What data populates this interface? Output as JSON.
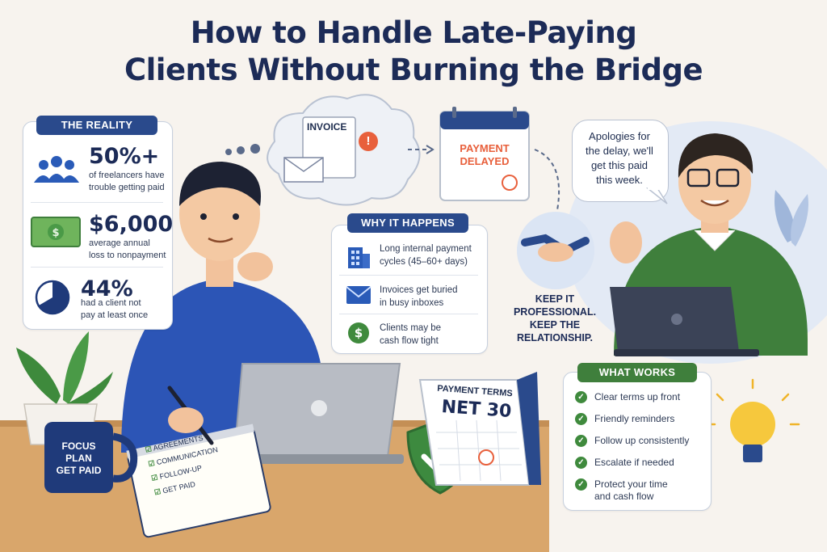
{
  "title": {
    "line1": "How to Handle Late-Paying",
    "line2": "Clients Without Burning the Bridge"
  },
  "reality": {
    "header": "THE REALITY",
    "stats": [
      {
        "value": "50%+",
        "line1": "of freelancers have",
        "line2": "trouble getting paid",
        "icon": "people-icon"
      },
      {
        "value": "$6,000",
        "line1": "average annual",
        "line2": "loss to nonpayment",
        "icon": "money-icon"
      },
      {
        "value": "44%",
        "line1": "had a client not",
        "line2": "pay at least once",
        "icon": "pie-chart-icon"
      }
    ]
  },
  "cloud": {
    "invoice_label": "INVOICE",
    "alert": "!"
  },
  "calendar_top": {
    "line1": "PAYMENT",
    "line2": "DELAYED"
  },
  "why": {
    "header": "WHY IT HAPPENS",
    "items": [
      {
        "line1": "Long internal payment",
        "line2": "cycles (45–60+ days)",
        "icon": "building-icon"
      },
      {
        "line1": "Invoices get buried",
        "line2": "in busy inboxes",
        "icon": "envelope-icon"
      },
      {
        "line1": "Clients may be",
        "line2": "cash flow tight",
        "icon": "dollar-icon"
      }
    ]
  },
  "speech": {
    "line1": "Apologies for",
    "line2": "the delay, we'll",
    "line3": "get this paid",
    "line4": "this week."
  },
  "keep": {
    "line1": "KEEP IT",
    "line2": "PROFESSIONAL.",
    "line3": "KEEP THE",
    "line4": "RELATIONSHIP."
  },
  "works": {
    "header": "WHAT WORKS",
    "items": [
      {
        "label": "Clear terms up front"
      },
      {
        "label": "Friendly reminders"
      },
      {
        "label": "Follow up consistently"
      },
      {
        "label": "Escalate if needed"
      },
      {
        "label": "Protect your time",
        "label2": "and cash flow"
      }
    ]
  },
  "desk_calendar": {
    "line1": "PAYMENT TERMS",
    "line2": "NET 30"
  },
  "mug": {
    "line1": "FOCUS",
    "line2": "PLAN",
    "line3": "GET PAID"
  },
  "notebook": {
    "items": [
      "AGREEMENTS",
      "COMMUNICATION",
      "FOLLOW-UP",
      "GET PAID"
    ]
  },
  "colors": {
    "navy": "#1c2b57",
    "blue": "#2a4a8c",
    "green": "#3f7f3c",
    "accent_orange": "#e8603c"
  }
}
